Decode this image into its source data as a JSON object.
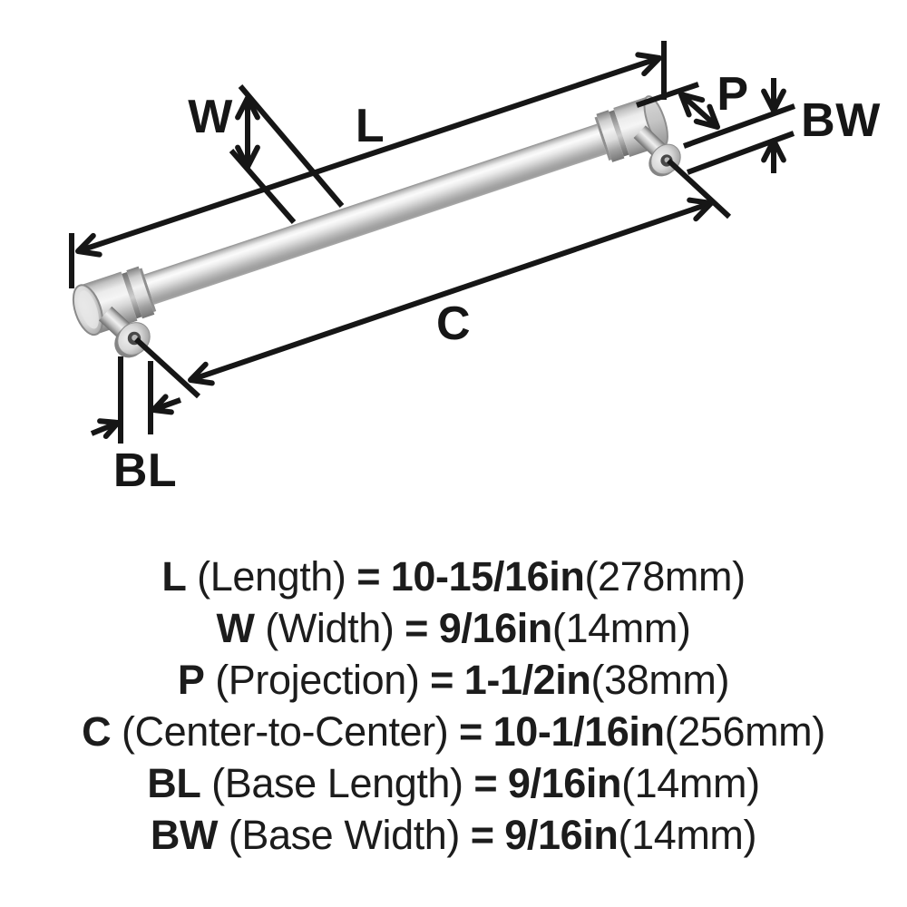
{
  "diagram": {
    "labels": {
      "l": "L",
      "w": "W",
      "p": "P",
      "c": "C",
      "bl": "BL",
      "bw": "BW"
    },
    "line_color": "#161616",
    "metal_highlight": "#fafafa",
    "metal_shadow": "#848484"
  },
  "specs": [
    {
      "code": "L",
      "name": "(Length)",
      "equals": "=",
      "value": "10-15/16in",
      "metric": "(278mm)"
    },
    {
      "code": "W",
      "name": "(Width)",
      "equals": "=",
      "value": "9/16in",
      "metric": "(14mm)"
    },
    {
      "code": "P",
      "name": "(Projection)",
      "equals": "=",
      "value": "1-1/2in",
      "metric": "(38mm)"
    },
    {
      "code": "C",
      "name": "(Center-to-Center)",
      "equals": "=",
      "value": "10-1/16in",
      "metric": "(256mm)"
    },
    {
      "code": "BL",
      "name": "(Base Length)",
      "equals": "=",
      "value": "9/16in",
      "metric": "(14mm)"
    },
    {
      "code": "BW",
      "name": "(Base Width)",
      "equals": "=",
      "value": "9/16in",
      "metric": "(14mm)"
    }
  ]
}
